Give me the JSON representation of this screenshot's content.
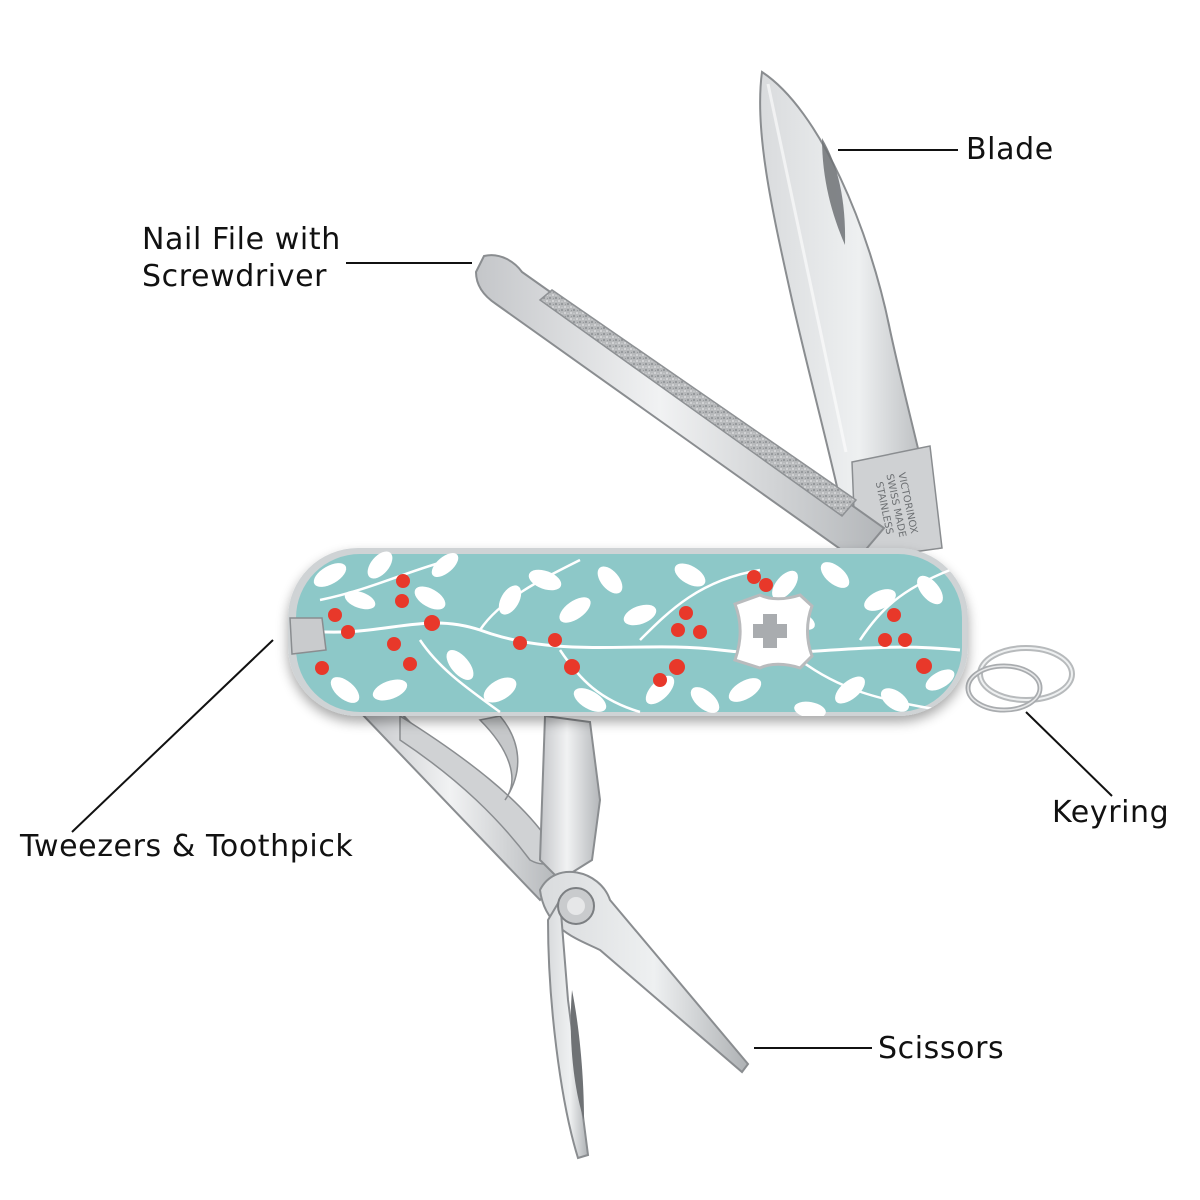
{
  "labels": {
    "blade": "Blade",
    "nail_file_line1": "Nail File with",
    "nail_file_line2": "Screwdriver",
    "tweezers": "Tweezers & Toothpick",
    "keyring": "Keyring",
    "scissors": "Scissors"
  },
  "blade_etch": {
    "line1": "VICTORINOX",
    "line2": "SWISS MADE",
    "line3": "STAINLESS"
  },
  "colors": {
    "handle": "#8dc8c8",
    "leaf": "#ffffff",
    "berry": "#e8382c",
    "steel": "#d6d8da",
    "steel_edge": "#8a8d90",
    "text": "#111111"
  },
  "icons": {
    "logo": "victorinox-cross-shield-icon"
  }
}
